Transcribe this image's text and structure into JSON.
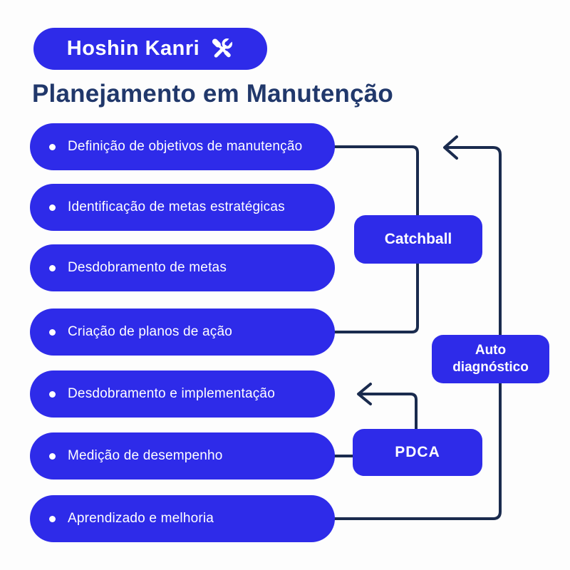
{
  "colors": {
    "primary_blue": "#2E2BE9",
    "connector_navy": "#1A2B4E",
    "title_navy": "#21386B",
    "background": "#FDFDFD",
    "text_white": "#FFFFFF"
  },
  "header": {
    "badge_label": "Hoshin Kanri",
    "badge_icon": "tools-icon",
    "title": "Planejamento em Manutenção"
  },
  "steps": [
    "Definição de objetivos de manutenção",
    "Identificação de metas estratégicas",
    "Desdobramento de metas",
    "Criação de planos de ação",
    "Desdobramento e implementação",
    "Medição de desempenho",
    "Aprendizado e melhoria"
  ],
  "annotations": {
    "catchball": "Catchball",
    "auto_diagnostico": "Auto diagnóstico",
    "pdca": "PDCA"
  },
  "diagram": {
    "type": "flow",
    "connections": [
      {
        "from": "Definição de objetivos de manutenção",
        "to": "Criação de planos de ação",
        "label": "Catchball",
        "style": "bracket"
      },
      {
        "from": "Medição de desempenho",
        "to": "Desdobramento e implementação",
        "label": "PDCA",
        "style": "loop-arrow-left"
      },
      {
        "from": "Aprendizado e melhoria",
        "to": "Definição de objetivos de manutenção",
        "label": "Auto diagnóstico",
        "style": "loop-arrow-left"
      }
    ]
  }
}
